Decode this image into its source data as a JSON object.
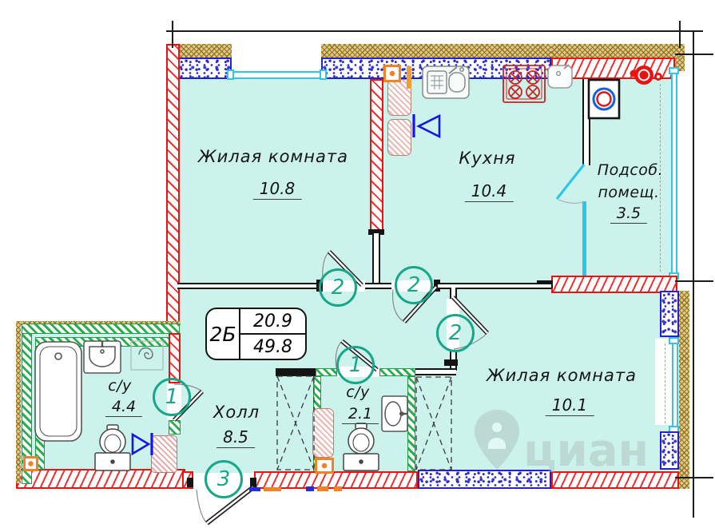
{
  "rooms": {
    "living1": {
      "name": "Жилая комната",
      "area": "10.8"
    },
    "kitchen": {
      "name": "Кухня",
      "area": "10.4"
    },
    "utility": {
      "name_line1": "Подсоб.",
      "name_line2": "помещ.",
      "area": "3.5"
    },
    "living2": {
      "name": "Жилая комната",
      "area": "10.1"
    },
    "hall": {
      "name": "Холл",
      "area": "8.5"
    },
    "bath_main": {
      "name": "с/у",
      "area": "4.4"
    },
    "bath_small": {
      "name": "с/у",
      "area": "2.1"
    }
  },
  "info_box": {
    "apartment_type": "2Б",
    "living_area": "20.9",
    "total_area": "49.8"
  },
  "door_markers": {
    "living1": "2",
    "kitchen": "2",
    "living2": "2",
    "bath_main": "1",
    "bath_small": "1",
    "entrance": "3"
  },
  "watermark": {
    "text": "циан"
  },
  "colors": {
    "interior": "#cbf3ec",
    "wall_red": "#e81414",
    "wall_green": "#1f9f44",
    "panel_blue": "#2323c8",
    "window_cyan": "#2ec6e8",
    "marker_green": "#17a689",
    "insulation_tan": "#dcc98c",
    "symbol_orange": "#f08326"
  }
}
